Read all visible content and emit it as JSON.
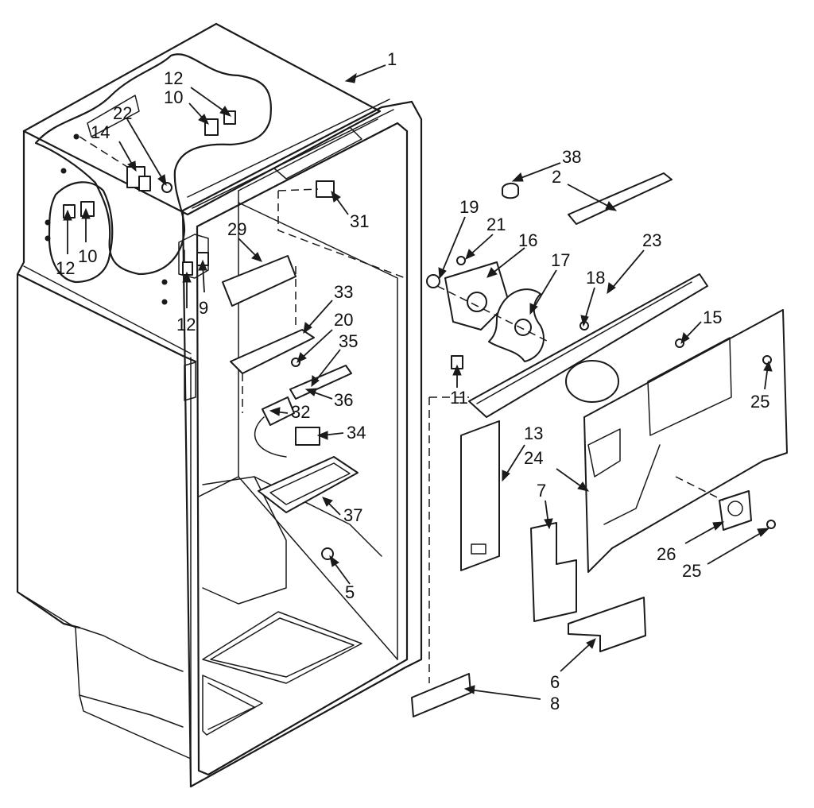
{
  "callouts": [
    {
      "id": "c1",
      "text": "1"
    },
    {
      "id": "c2",
      "text": "2"
    },
    {
      "id": "c38",
      "text": "38"
    },
    {
      "id": "c19",
      "text": "19"
    },
    {
      "id": "c21",
      "text": "21"
    },
    {
      "id": "c16",
      "text": "16"
    },
    {
      "id": "c17",
      "text": "17"
    },
    {
      "id": "c23",
      "text": "23"
    },
    {
      "id": "c18",
      "text": "18"
    },
    {
      "id": "c15",
      "text": "15"
    },
    {
      "id": "c25a",
      "text": "25"
    },
    {
      "id": "c11",
      "text": "11"
    },
    {
      "id": "c13",
      "text": "13"
    },
    {
      "id": "c24",
      "text": "24"
    },
    {
      "id": "c7",
      "text": "7"
    },
    {
      "id": "c26",
      "text": "26"
    },
    {
      "id": "c25b",
      "text": "25"
    },
    {
      "id": "c6",
      "text": "6"
    },
    {
      "id": "c8",
      "text": "8"
    },
    {
      "id": "c12a",
      "text": "12"
    },
    {
      "id": "c10a",
      "text": "10"
    },
    {
      "id": "c22",
      "text": "22"
    },
    {
      "id": "c14",
      "text": "14"
    },
    {
      "id": "c12b",
      "text": "12"
    },
    {
      "id": "c10b",
      "text": "10"
    },
    {
      "id": "c12c",
      "text": "12"
    },
    {
      "id": "c9",
      "text": "9"
    },
    {
      "id": "c31",
      "text": "31"
    },
    {
      "id": "c29",
      "text": "29"
    },
    {
      "id": "c33",
      "text": "33"
    },
    {
      "id": "c20",
      "text": "20"
    },
    {
      "id": "c35",
      "text": "35"
    },
    {
      "id": "c36",
      "text": "36"
    },
    {
      "id": "c32",
      "text": "32"
    },
    {
      "id": "c34",
      "text": "34"
    },
    {
      "id": "c37",
      "text": "37"
    },
    {
      "id": "c5",
      "text": "5"
    }
  ]
}
